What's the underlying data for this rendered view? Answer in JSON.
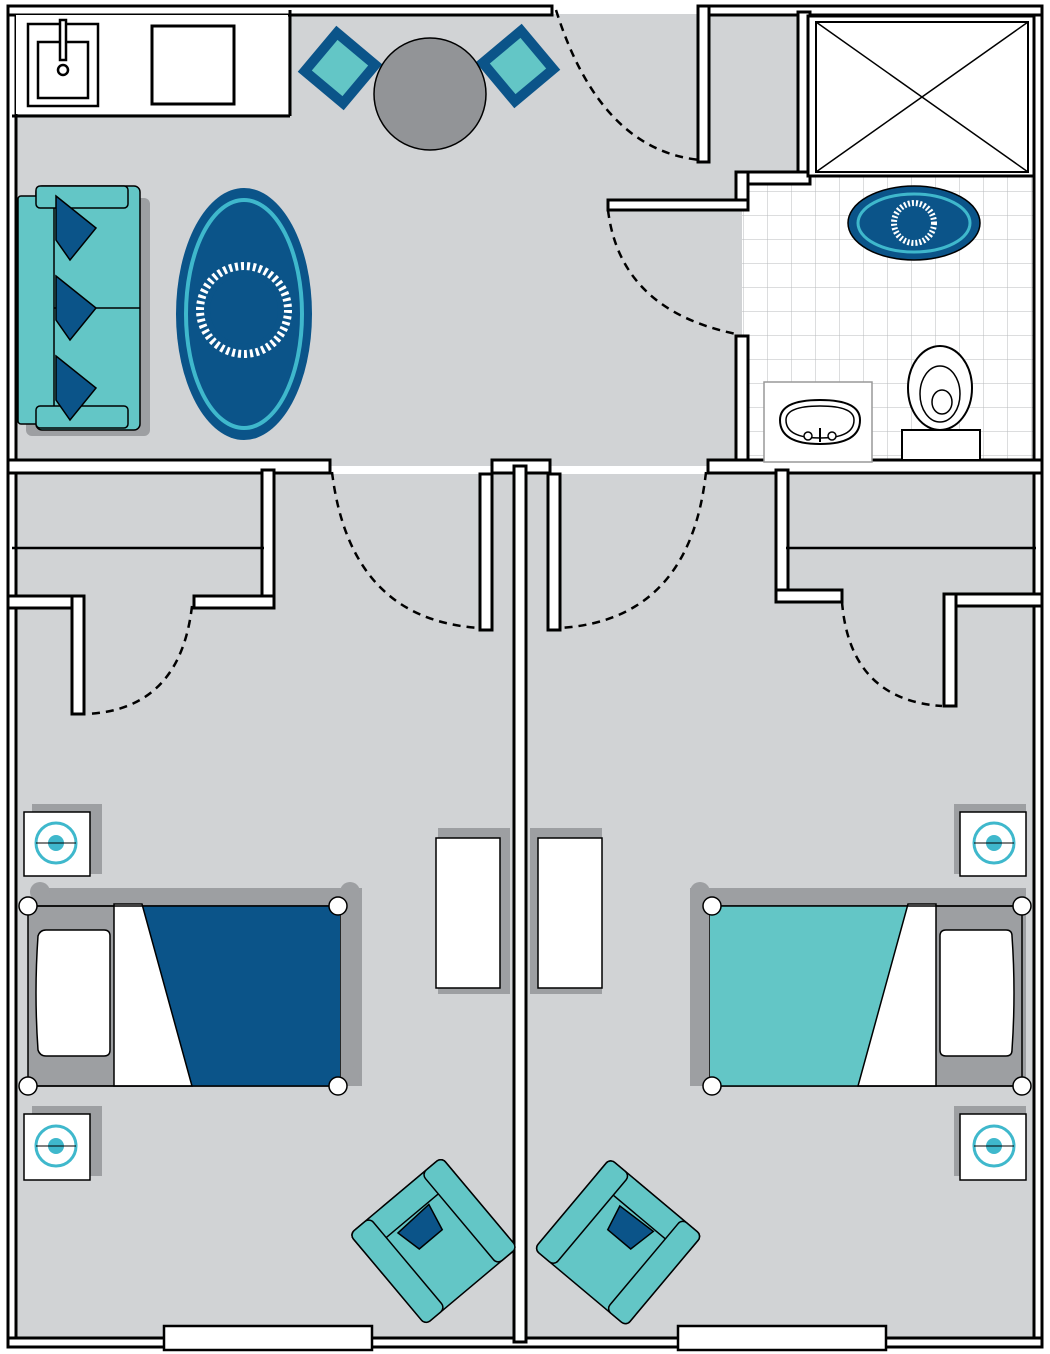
{
  "floor_plan": {
    "colors": {
      "floor": "#d1d3d5",
      "wall": "#000000",
      "wall_fill": "#ffffff",
      "teal": "#63c6c6",
      "navy": "#0b5489",
      "rug_ring": "#3fb8cc",
      "shadow": "#9d9fa2",
      "table": "#929497",
      "tile_line": "#b9bbbd"
    },
    "rooms": [
      "living-room",
      "kitchenette",
      "bathroom",
      "bedroom-left",
      "bedroom-right",
      "closet-left",
      "closet-right"
    ],
    "furniture": [
      "sink",
      "refrigerator",
      "dining-table",
      "dining-chair",
      "sofa",
      "oval-rug",
      "shower",
      "bath-rug",
      "vanity-sink",
      "toilet",
      "bed",
      "nightstand",
      "dresser",
      "armchair",
      "window"
    ]
  }
}
